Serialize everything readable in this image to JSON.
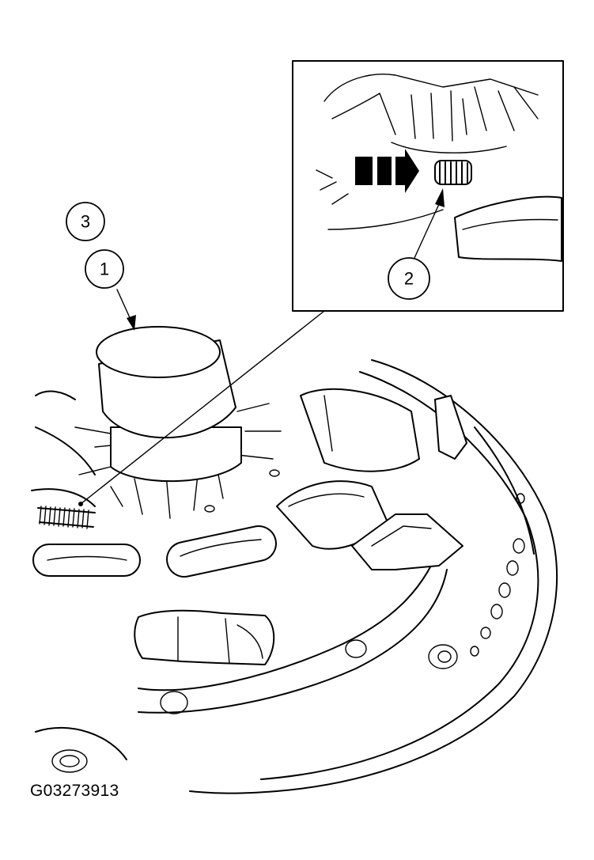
{
  "callouts": [
    {
      "id": "callout-1",
      "label": "1"
    },
    {
      "id": "callout-2",
      "label": "2"
    },
    {
      "id": "callout-3",
      "label": "3"
    }
  ],
  "figure_id": "G03273913",
  "components": {
    "tool": "clutch-alignment-tool",
    "spring": "damper-spring",
    "assembly": "clutch-pressure-plate",
    "arrow": "installation-direction-arrow"
  },
  "colors": {
    "line": "#000000",
    "background": "#ffffff"
  }
}
